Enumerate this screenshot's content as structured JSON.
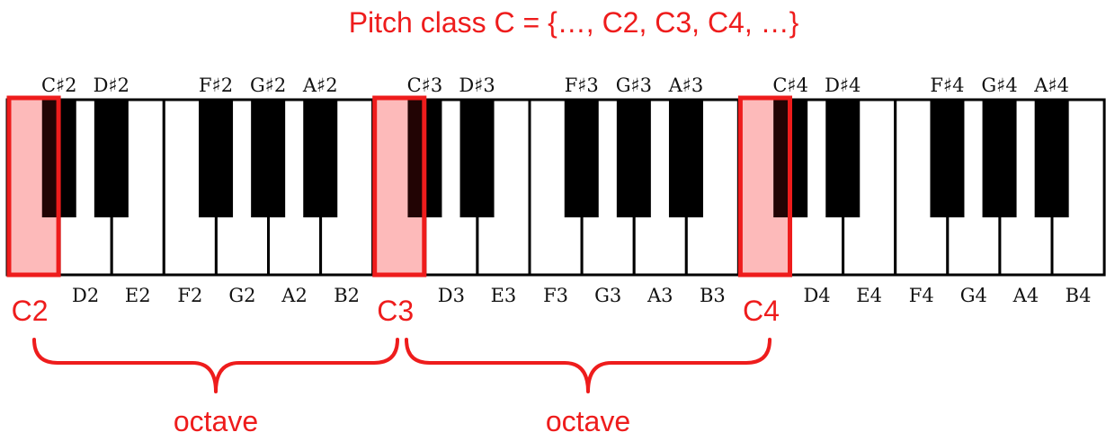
{
  "title": "Pitch class  C = {…, C2, C3, C4, …}",
  "colors": {
    "accent": "#ee1c1c",
    "highlight_fill": "#ffd4d4",
    "key_outline": "#000000",
    "black_key": "#000000",
    "white_key": "#ffffff",
    "label_text": "#111111"
  },
  "octaves": [
    "2",
    "3",
    "4"
  ],
  "white_key_letters": [
    "C",
    "D",
    "E",
    "F",
    "G",
    "A",
    "B"
  ],
  "black_key_letters": [
    "C",
    "D",
    "F",
    "G",
    "A"
  ],
  "sharp_symbol": "♯",
  "highlighted_keys": [
    {
      "label": "C2"
    },
    {
      "label": "C3"
    },
    {
      "label": "C4"
    }
  ],
  "braces": [
    {
      "label": "octave"
    },
    {
      "label": "octave"
    }
  ]
}
